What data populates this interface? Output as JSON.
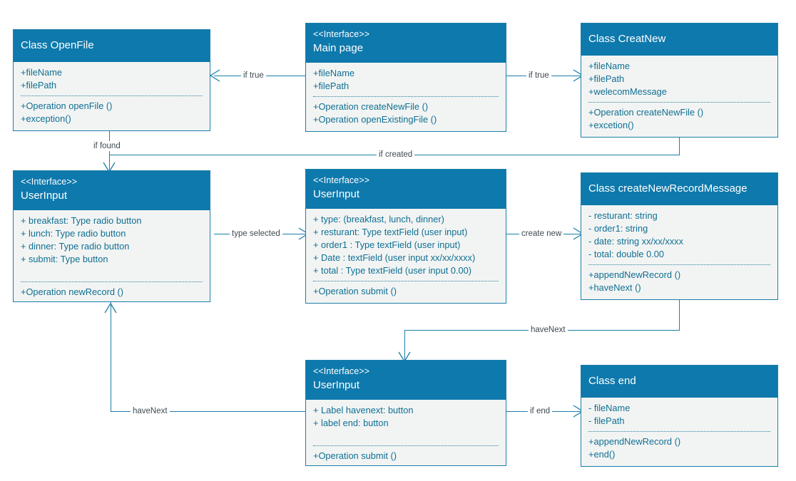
{
  "diagram": {
    "title": "UML Class Diagram",
    "colors": {
      "header_blue": "#0e79ac",
      "body_gray": "#f2f4f3",
      "border_blue": "#1b7fa8",
      "text_teal": "#0f6f93",
      "label_gray": "#3f4a4f"
    },
    "classes": [
      {
        "id": "open-file",
        "stereotype": "",
        "title": "Class OpenFile",
        "attributes": [
          "+fileName",
          "+filePath"
        ],
        "operations": [
          "+Operation openFile ()",
          "+exception()"
        ]
      },
      {
        "id": "main-page",
        "stereotype": "<<Interface>>",
        "title": "Main page",
        "attributes": [
          "+fileName",
          "+filePath"
        ],
        "operations": [
          "+Operation createNewFile ()",
          "+Operation openExistingFile ()"
        ]
      },
      {
        "id": "creat-new",
        "stereotype": "",
        "title": "Class CreatNew",
        "attributes": [
          "+fileName",
          "+filePath",
          "+welecomMessage"
        ],
        "operations": [
          "+Operation createNewFile ()",
          "+excetion()"
        ]
      },
      {
        "id": "user-input-type",
        "stereotype": "<<Interface>>",
        "title": "UserInput",
        "attributes": [
          "+ breakfast: Type radio button",
          "+ lunch: Type radio button",
          "+ dinner: Type radio button",
          "+ submit: Type button"
        ],
        "operations": [
          "+Operation newRecord ()"
        ]
      },
      {
        "id": "user-input-record",
        "stereotype": "<<Interface>>",
        "title": "UserInput",
        "attributes": [
          "+ type: (breakfast, lunch, dinner)",
          "+ resturant: Type textField (user input)",
          "+ order1 : Type textField (user input)",
          "+ Date : textField (user input xx/xx/xxxx)",
          "+ total : Type textField (user input 0.00)"
        ],
        "operations": [
          "+Operation submit ()"
        ]
      },
      {
        "id": "create-new-record-message",
        "stereotype": "",
        "title": "Class createNewRecordMessage",
        "attributes": [
          "- resturant: string",
          "- order1: string",
          "- date: string xx/xx/xxxx",
          "- total: double 0.00"
        ],
        "operations": [
          "+appendNewRecord ()",
          "+haveNext ()"
        ]
      },
      {
        "id": "user-input-havenext",
        "stereotype": "<<Interface>>",
        "title": "UserInput",
        "attributes": [
          "+ Label havenext: button",
          "+ label end: button"
        ],
        "operations": [
          "+Operation submit ()"
        ]
      },
      {
        "id": "class-end",
        "stereotype": "",
        "title": "Class end",
        "attributes": [
          "- fileName",
          "- filePath"
        ],
        "operations": [
          "+appendNewRecord ()",
          "+end()"
        ]
      }
    ],
    "connectors": [
      {
        "id": "if-true-left",
        "label": "if true"
      },
      {
        "id": "if-true-right",
        "label": "if true"
      },
      {
        "id": "if-found",
        "label": "if found"
      },
      {
        "id": "if-created",
        "label": "if created"
      },
      {
        "id": "type-selected",
        "label": "type selected"
      },
      {
        "id": "create-new",
        "label": "create new"
      },
      {
        "id": "have-next-top",
        "label": "haveNext"
      },
      {
        "id": "have-next-bottom",
        "label": "haveNext"
      },
      {
        "id": "if-end",
        "label": "if end"
      }
    ]
  }
}
